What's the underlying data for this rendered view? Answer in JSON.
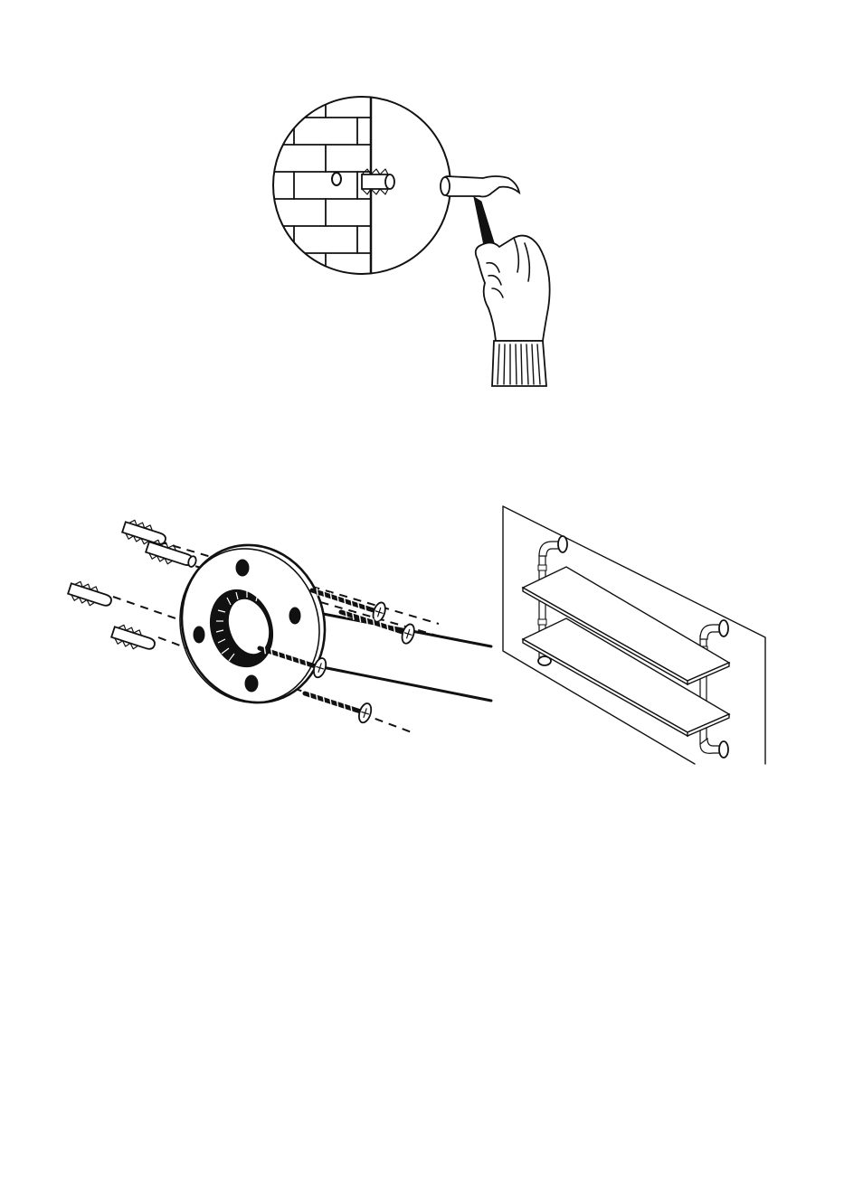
{
  "figures": [
    {
      "id": "step-hammer-anchor",
      "icons": [
        "brick-wall-icon",
        "wall-plug-icon",
        "hammer-icon",
        "hand-icon"
      ]
    },
    {
      "id": "step-flange-mount",
      "icons": [
        "flange-icon",
        "pipe-icon",
        "wall-plug-icon",
        "screw-icon"
      ]
    },
    {
      "id": "finished-shelf",
      "icons": [
        "wall-icon",
        "shelf-board-icon",
        "pipe-elbow-icon",
        "flange-icon"
      ]
    }
  ],
  "colors": {
    "ink": "#111111",
    "paper": "#ffffff"
  }
}
